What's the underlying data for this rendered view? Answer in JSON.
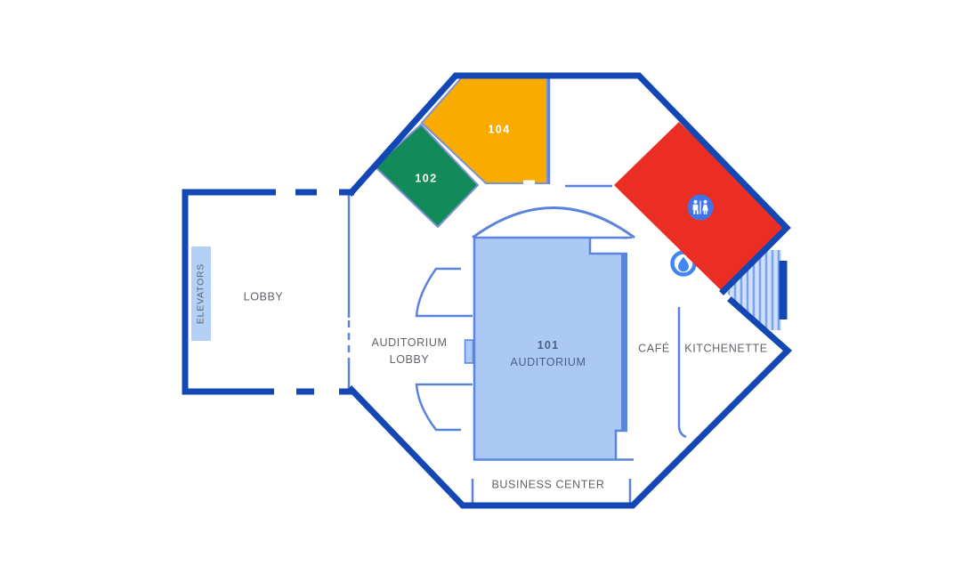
{
  "floorplan": {
    "labels": {
      "elevators": "ELEVATORS",
      "lobby": "LOBBY",
      "auditorium_lobby_line1": "AUDITORIUM",
      "auditorium_lobby_line2": "LOBBY",
      "auditorium_number": "101",
      "auditorium_name": "AUDITORIUM",
      "room_102": "102",
      "room_104": "104",
      "cafe": "CAFÉ",
      "kitchenette": "KITCHENETTE",
      "business_center": "BUSINESS CENTER"
    },
    "colors": {
      "wall_dark": "#1348b4",
      "wall_light": "#5b82dd",
      "room_104_fill": "#f9ab00",
      "room_102_fill": "#128a5a",
      "restroom_room_fill": "#ea2e23",
      "auditorium_fill": "#abc9f4",
      "elevator_bay_fill": "#b3d1f7",
      "door_tab_fill": "#abc9f4",
      "icon_blue": "#3f75e8",
      "fountain_blue": "#4285f4",
      "stairs_fill": "#cfe0f8",
      "stairs_stripe": "#7aa3ec",
      "label_gray": "#5f6368",
      "auditorium_label": "#4a5f82"
    },
    "icons": {
      "restroom": "unisex-restroom-icon",
      "fountain": "drinking-fountain-icon",
      "stairs": "stairs-hatching"
    }
  }
}
